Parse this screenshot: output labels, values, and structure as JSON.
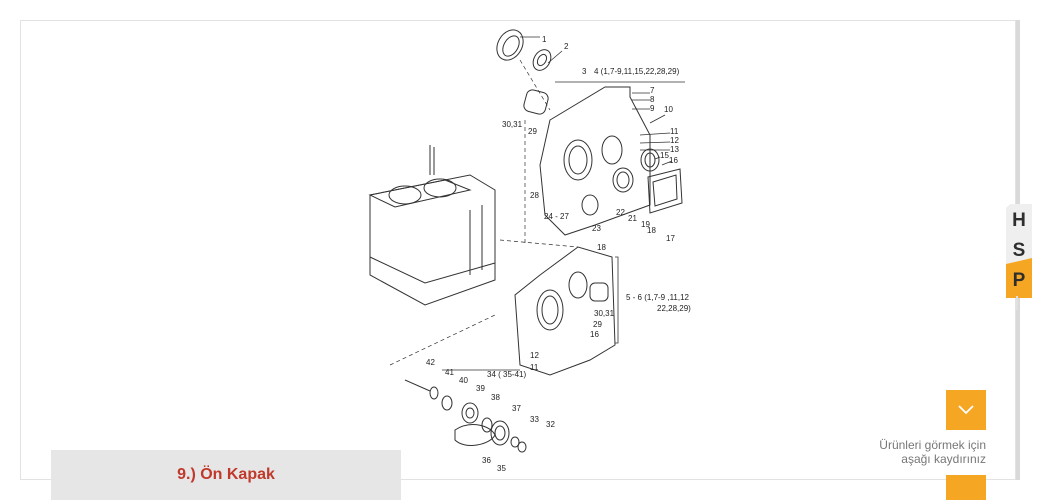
{
  "diagram": {
    "labels": [
      "1",
      "2",
      "3",
      "4 (1,7-9,11,15,22,28,29)",
      "7",
      "8",
      "9",
      "10",
      "11",
      "12",
      "13",
      "15",
      "16",
      "17",
      "18",
      "19",
      "21",
      "22",
      "23",
      "24 - 27",
      "28",
      "29",
      "30,31",
      "18",
      "5 - 6 (1,7-9 ,11,12",
      "22,28,29)",
      "30,31",
      "29",
      "16",
      "12",
      "11",
      "42",
      "41",
      "40",
      "39",
      "38",
      "37",
      "34 ( 35-41)",
      "33",
      "32",
      "36",
      "35"
    ]
  },
  "caption": {
    "title": "9.) Ön Kapak"
  },
  "scroll": {
    "hint_line1": "Ürünleri görmek için",
    "hint_line2": "aşağı kaydırınız",
    "icon": "chevron-down-icon",
    "accent": "#f5a623"
  },
  "brand": {
    "letters": [
      "H",
      "S",
      "P"
    ],
    "accent": "#f5a623"
  },
  "colors": {
    "caption_text": "#c0392b",
    "caption_bg": "#e6e6e6"
  }
}
